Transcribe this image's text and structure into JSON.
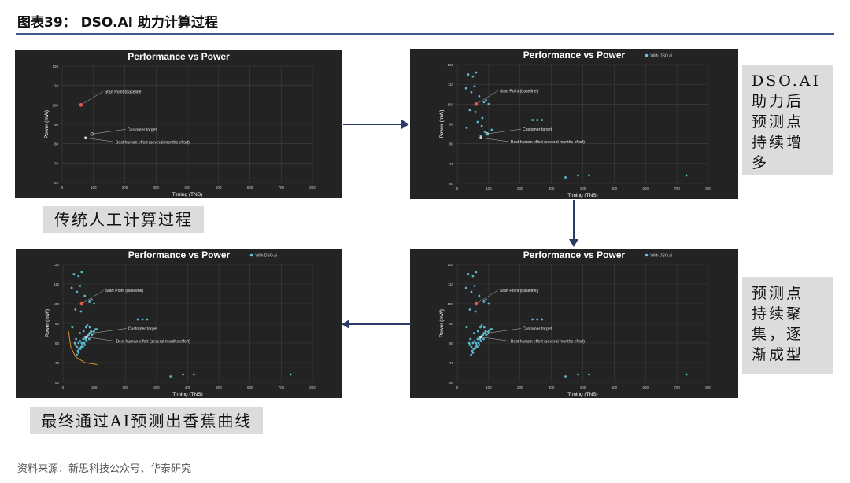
{
  "figure": {
    "title": "图表39：  DSO.AI 助力计算过程",
    "source": "资料来源：新思科技公众号、华泰研究"
  },
  "labels": {
    "traditional": "传统人工计算过程",
    "dso_after": [
      "DSO.AI",
      "助力后",
      "预测点",
      "持续增",
      "多"
    ],
    "converge": [
      "预测点",
      "持续聚",
      "集，逐",
      "渐成型"
    ],
    "banana": "最终通过AI预测出香蕉曲线"
  },
  "colors": {
    "panel_bg": "#232323",
    "grid": "#3e3e3e",
    "points": "#5fc9de",
    "start_point": "#e05a4f",
    "target": "#a9d6c7",
    "best": "#dddddd",
    "trend": "#d8902a",
    "arrow": "#2b3a67"
  },
  "chart_data": [
    {
      "type": "scatter",
      "title": "Performance vs Power",
      "xlabel": "Timing (TNS)",
      "ylabel": "Power (mW)",
      "xlim": [
        0,
        800
      ],
      "ylim": [
        60,
        120
      ],
      "xticks": [
        "0",
        "100",
        "200",
        "300",
        "400",
        "500",
        "600",
        "700",
        "800"
      ],
      "yticks": [
        "120",
        "110",
        "100",
        "90",
        "80",
        "70",
        "60"
      ],
      "legend": "",
      "annotations": [
        {
          "text": "Start Point (baseline)",
          "x": 60,
          "y": 100,
          "kind": "start"
        },
        {
          "text": "Customer target",
          "x": 95,
          "y": 85,
          "kind": "target"
        },
        {
          "text": "Best human effort (several months effort)",
          "x": 75,
          "y": 83,
          "kind": "best"
        }
      ],
      "series": [],
      "trend": []
    },
    {
      "type": "scatter",
      "title": "Performance vs Power",
      "xlabel": "Timing (TNS)",
      "ylabel": "Power (mW)",
      "xlim": [
        0,
        800
      ],
      "ylim": [
        60,
        120
      ],
      "xticks": [
        "0",
        "100",
        "200",
        "300",
        "400",
        "500",
        "600",
        "700",
        "800"
      ],
      "yticks": [
        "120",
        "110",
        "100",
        "90",
        "80",
        "70",
        "60"
      ],
      "legend": "With DSO.ai",
      "annotations": [
        {
          "text": "Start Point (baseline)",
          "x": 60,
          "y": 100,
          "kind": "start"
        },
        {
          "text": "Customer target",
          "x": 95,
          "y": 85,
          "kind": "target"
        },
        {
          "text": "Best human effort (several months effort)",
          "x": 75,
          "y": 83,
          "kind": "best"
        }
      ],
      "series": [
        {
          "x": [
            35,
            50,
            60,
            28,
            45,
            70,
            55,
            85,
            92,
            100,
            40,
            58,
            80,
            65,
            30,
            78,
            110,
            240,
            255,
            270,
            75,
            88,
            95,
            345,
            385,
            420,
            730
          ],
          "y": [
            115,
            114,
            116,
            108,
            106,
            104,
            109,
            101,
            102,
            100,
            97,
            96,
            93,
            91,
            88,
            89,
            87,
            92,
            92,
            92,
            84,
            86,
            85,
            63,
            64,
            64,
            64
          ]
        }
      ],
      "trend": []
    },
    {
      "type": "scatter",
      "title": "Performance vs Power",
      "xlabel": "Timing (TNS)",
      "ylabel": "Power (mW)",
      "xlim": [
        0,
        800
      ],
      "ylim": [
        60,
        120
      ],
      "xticks": [
        "0",
        "100",
        "200",
        "300",
        "400",
        "500",
        "600",
        "700",
        "800"
      ],
      "yticks": [
        "120",
        "110",
        "100",
        "90",
        "80",
        "70",
        "60"
      ],
      "legend": "With DSO.ai",
      "annotations": [
        {
          "text": "Start Point (baseline)",
          "x": 60,
          "y": 100,
          "kind": "start"
        },
        {
          "text": "Customer target",
          "x": 95,
          "y": 85,
          "kind": "target"
        },
        {
          "text": "Best human effort (several months effort)",
          "x": 75,
          "y": 83,
          "kind": "best"
        }
      ],
      "series": [
        {
          "x": [
            35,
            50,
            60,
            28,
            45,
            70,
            55,
            85,
            92,
            100,
            40,
            58,
            30,
            78,
            110,
            240,
            255,
            270,
            345,
            385,
            420,
            730,
            40,
            45,
            50,
            55,
            60,
            65,
            70,
            75,
            80,
            85,
            90,
            48,
            52,
            58,
            62,
            68,
            72,
            78,
            82,
            88,
            44,
            50,
            56,
            64,
            70,
            76,
            84,
            92,
            100,
            105,
            38,
            42,
            54,
            66,
            74,
            86
          ],
          "y": [
            115,
            114,
            116,
            108,
            106,
            104,
            109,
            101,
            102,
            100,
            97,
            96,
            88,
            89,
            87,
            92,
            92,
            92,
            63,
            64,
            64,
            64,
            79,
            78,
            80,
            81,
            80,
            82,
            83,
            81,
            84,
            85,
            86,
            76,
            77,
            78,
            79,
            80,
            82,
            83,
            84,
            85,
            74,
            75,
            77,
            78,
            79,
            81,
            82,
            84,
            86,
            87,
            80,
            82,
            85,
            86,
            88,
            88
          ]
        }
      ],
      "trend": []
    },
    {
      "type": "scatter",
      "title": "Performance vs Power",
      "xlabel": "Timing (TNS)",
      "ylabel": "Power (mW)",
      "xlim": [
        0,
        800
      ],
      "ylim": [
        60,
        120
      ],
      "xticks": [
        "0",
        "100",
        "200",
        "300",
        "400",
        "500",
        "600",
        "700",
        "800"
      ],
      "yticks": [
        "120",
        "110",
        "100",
        "90",
        "80",
        "70",
        "60"
      ],
      "legend": "With DSO.ai",
      "annotations": [
        {
          "text": "Start Point (baseline)",
          "x": 60,
          "y": 100,
          "kind": "start"
        },
        {
          "text": "Customer target",
          "x": 95,
          "y": 85,
          "kind": "target"
        },
        {
          "text": "Best human effort (several months effort)",
          "x": 75,
          "y": 83,
          "kind": "best"
        }
      ],
      "series": [
        {
          "x": [
            35,
            50,
            60,
            28,
            45,
            70,
            55,
            85,
            92,
            100,
            40,
            58,
            30,
            78,
            110,
            240,
            255,
            270,
            345,
            385,
            420,
            730,
            40,
            45,
            50,
            55,
            60,
            65,
            70,
            75,
            80,
            85,
            90,
            48,
            52,
            58,
            62,
            68,
            72,
            78,
            82,
            88,
            44,
            50,
            56,
            64,
            70,
            76,
            84,
            92,
            100,
            105,
            38,
            42,
            54,
            66,
            74,
            86
          ],
          "y": [
            115,
            114,
            116,
            108,
            106,
            104,
            109,
            101,
            102,
            100,
            97,
            96,
            88,
            89,
            87,
            92,
            92,
            92,
            63,
            64,
            64,
            64,
            79,
            78,
            80,
            81,
            80,
            82,
            83,
            81,
            84,
            85,
            86,
            76,
            77,
            78,
            79,
            80,
            82,
            83,
            84,
            85,
            74,
            75,
            77,
            78,
            79,
            81,
            82,
            84,
            86,
            87,
            80,
            82,
            85,
            86,
            88,
            88
          ]
        }
      ],
      "trend": [
        {
          "x": 18,
          "y": 86
        },
        {
          "x": 25,
          "y": 78
        },
        {
          "x": 40,
          "y": 73
        },
        {
          "x": 70,
          "y": 70
        },
        {
          "x": 110,
          "y": 69
        }
      ]
    }
  ]
}
